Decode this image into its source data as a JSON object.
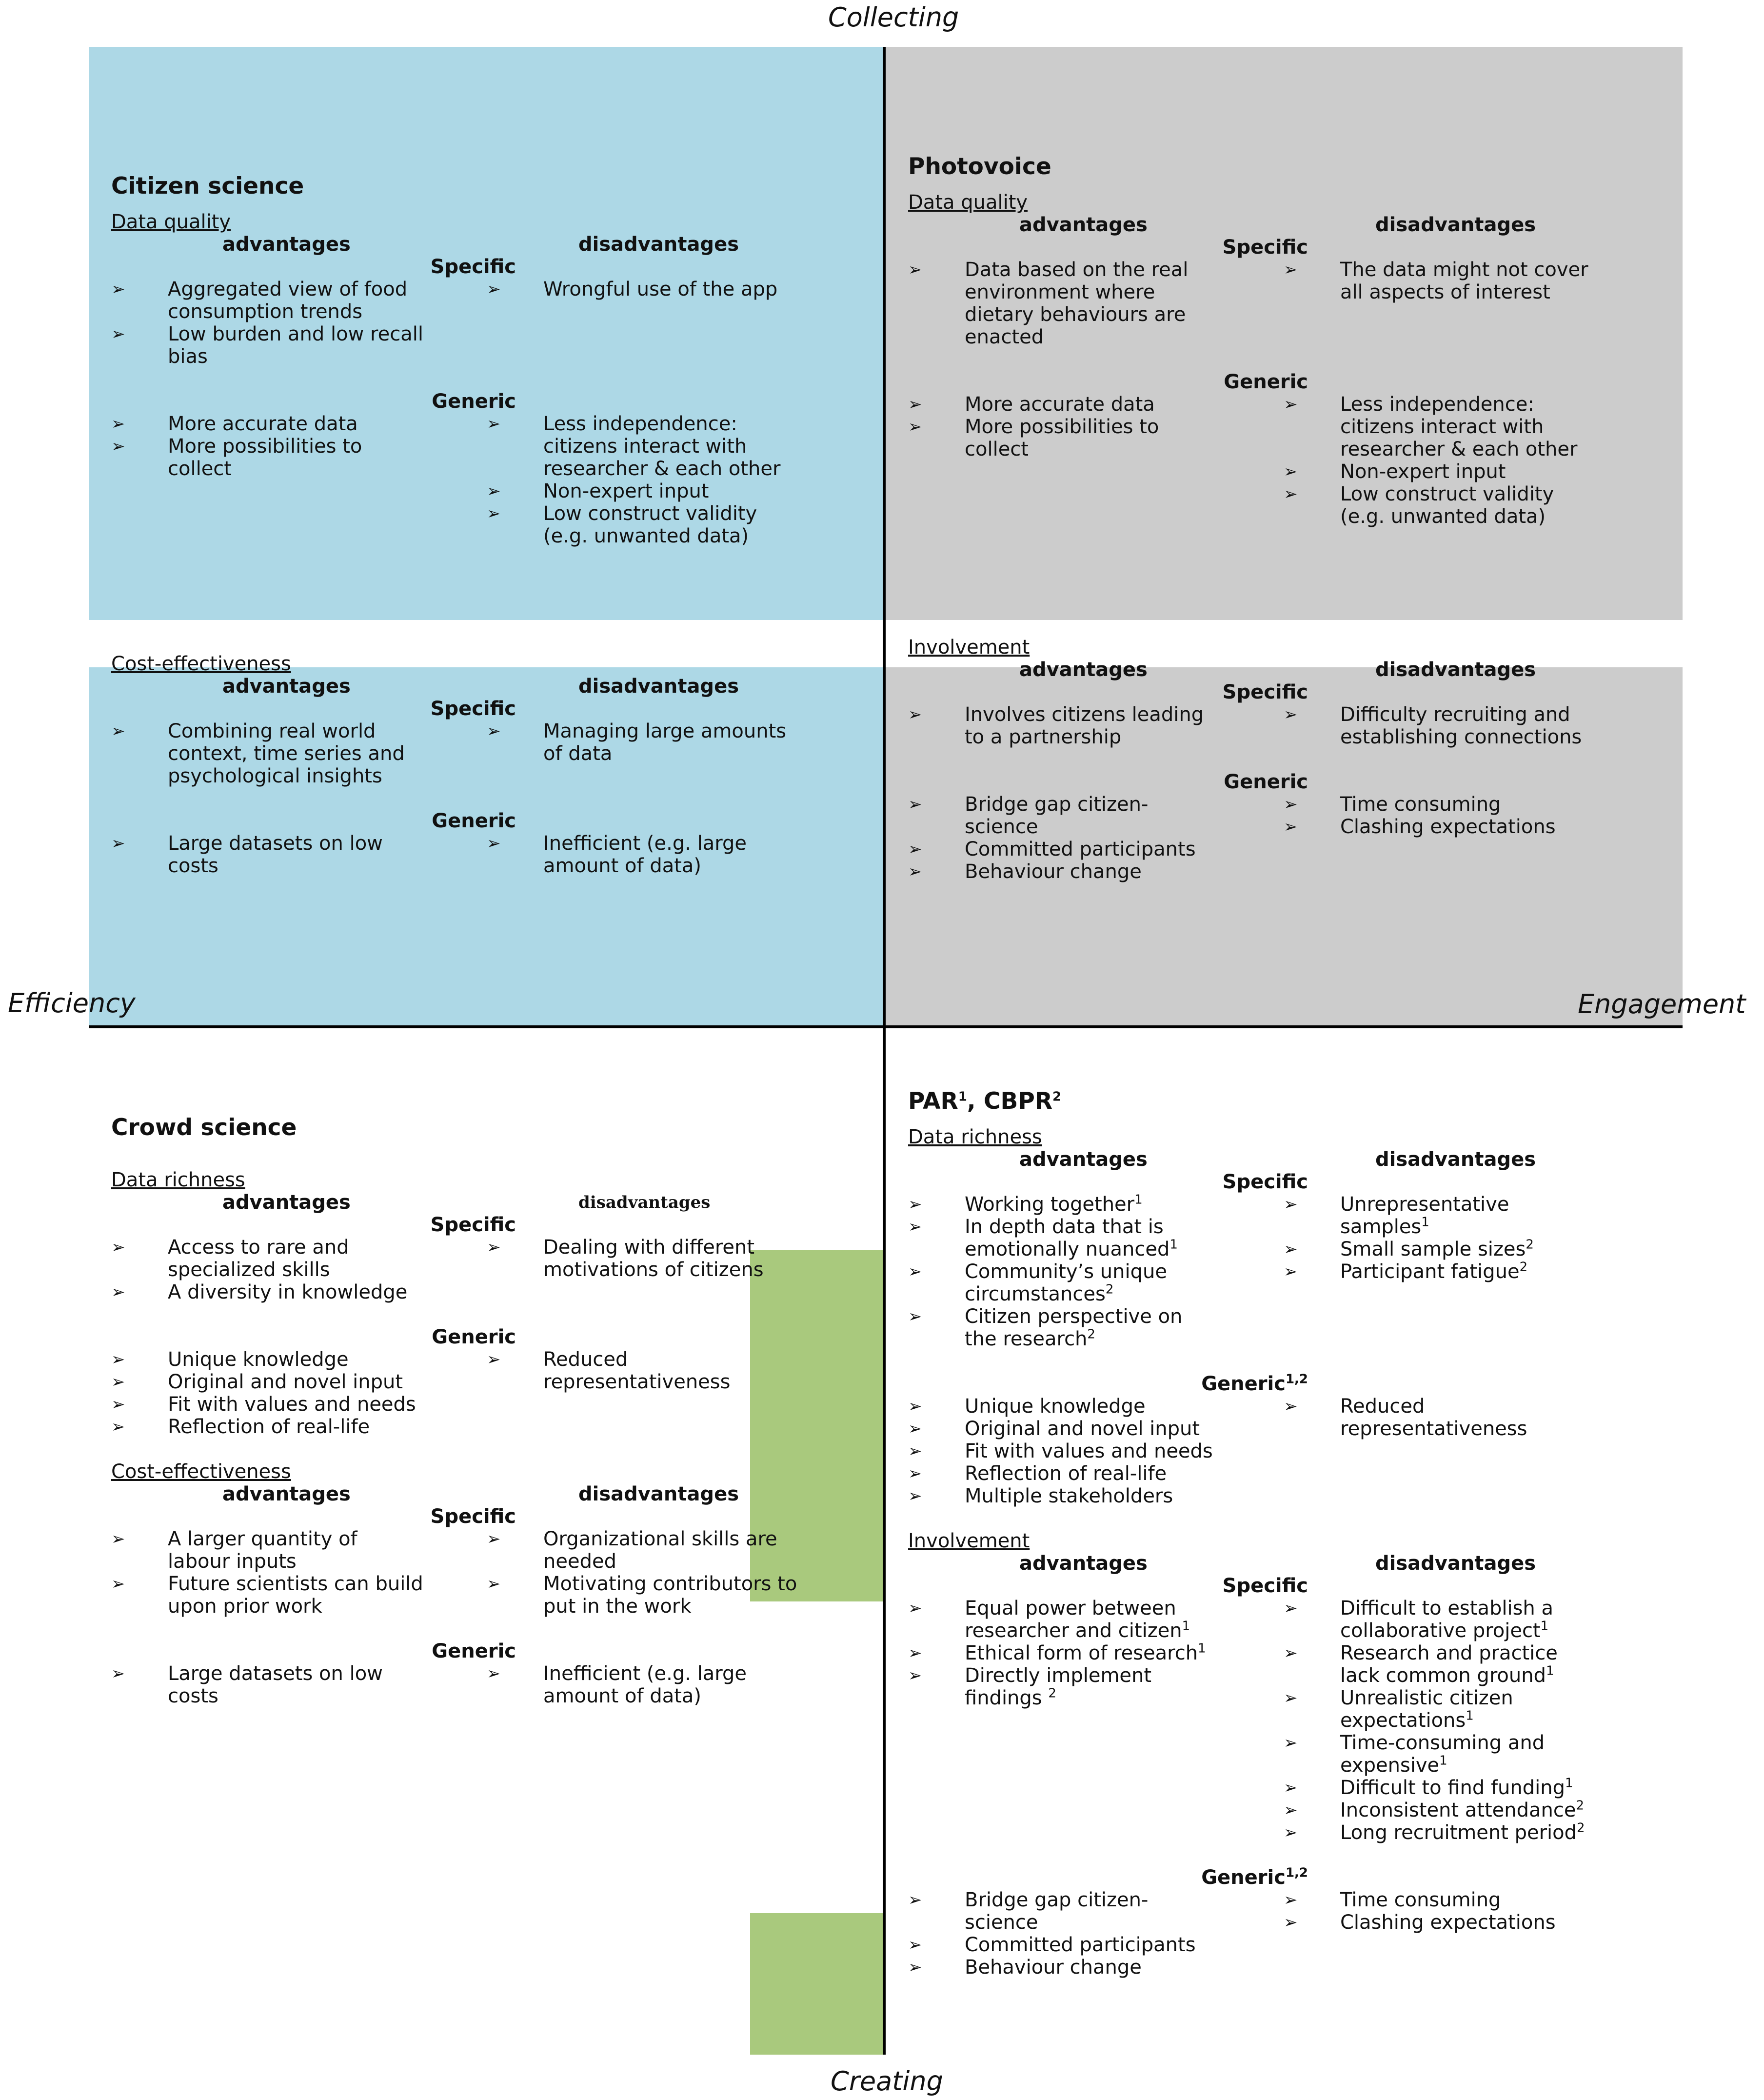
{
  "axes": {
    "top": "Collecting",
    "bottom": "Creating",
    "left": "Efficiency",
    "right": "Engagement"
  },
  "colors": {
    "blue": "#add8e6",
    "gray": "#cccccc",
    "green": "#a9c97d"
  },
  "bullet": "➢",
  "labels": {
    "advantages": "advantages",
    "disadvantages": "disadvantages",
    "specific": "Specific",
    "generic": "Generic"
  },
  "q1": {
    "title": "Citizen science",
    "data_quality": {
      "heading": "Data quality",
      "specific_adv": [
        "Aggregated view of food consumption trends",
        "Low burden and low recall bias"
      ],
      "specific_dis": [
        "Wrongful use of the app"
      ],
      "generic_adv": [
        "More accurate data",
        "More possibilities to collect"
      ],
      "generic_dis": [
        "Less independence: citizens interact with researcher & each other",
        "Non-expert input",
        "Low construct validity (e.g. unwanted data)"
      ]
    },
    "cost": {
      "heading": "Cost-effectiveness",
      "specific_adv": [
        "Combining real world context, time series and psychological insights"
      ],
      "specific_dis": [
        "Managing large amounts of data"
      ],
      "generic_adv": [
        "Large datasets on low costs"
      ],
      "generic_dis": [
        "Inefficient (e.g. large amount of data)"
      ]
    }
  },
  "q2": {
    "title": "Photovoice",
    "data_quality": {
      "heading": "Data quality",
      "specific_adv": [
        "Data based on the real environment where dietary behaviours are enacted"
      ],
      "specific_dis": [
        "The data might not cover all aspects of interest"
      ],
      "generic_adv": [
        "More accurate data",
        "More possibilities to collect"
      ],
      "generic_dis": [
        "Less independence: citizens interact with researcher & each other",
        "Non-expert input",
        "Low construct validity (e.g. unwanted data)"
      ]
    },
    "involvement": {
      "heading": "Involvement",
      "specific_adv": [
        "Involves citizens leading to a partnership"
      ],
      "specific_dis": [
        "Difficulty recruiting and establishing connections"
      ],
      "generic_adv": [
        "Bridge gap citizen-science",
        "Committed participants",
        "Behaviour change"
      ],
      "generic_dis": [
        "Time consuming",
        "Clashing expectations"
      ]
    }
  },
  "q3": {
    "title": "Crowd science",
    "data_richness": {
      "heading": "Data richness",
      "specific_adv": [
        "Access to rare and specialized skills",
        "A diversity in knowledge"
      ],
      "specific_dis": [
        "Dealing with different motivations of citizens"
      ],
      "generic_adv": [
        "Unique knowledge",
        "Original and novel input",
        "Fit with values and needs",
        "Reflection of real-life"
      ],
      "generic_dis": [
        "Reduced representativeness"
      ]
    },
    "cost": {
      "heading": "Cost-effectiveness",
      "specific_adv": [
        "A larger quantity of labour inputs",
        "Future scientists can build upon prior work"
      ],
      "specific_dis": [
        "Organizational skills are needed",
        "Motivating contributors to put in the work"
      ],
      "generic_adv": [
        "Large datasets on low costs"
      ],
      "generic_dis": [
        "Inefficient (e.g. large amount of data)"
      ]
    }
  },
  "q4": {
    "title_main": "PAR",
    "title_sup1": "1",
    "title_sep": ", CBPR",
    "title_sup2": "2",
    "generic_sup": "1,2",
    "data_richness": {
      "heading": "Data richness",
      "specific_adv": [
        {
          "t": "Working together",
          "s": "1"
        },
        {
          "t": "In depth data that is emotionally nuanced",
          "s": "1"
        },
        {
          "t": "Community’s unique circumstances",
          "s": "2"
        },
        {
          "t": "Citizen perspective on the research",
          "s": "2"
        }
      ],
      "specific_dis": [
        {
          "t": "Unrepresentative samples",
          "s": "1"
        },
        {
          "t": "Small sample sizes",
          "s": "2"
        },
        {
          "t": "Participant fatigue",
          "s": "2"
        }
      ],
      "generic_adv": [
        "Unique knowledge",
        "Original and novel input",
        "Fit with values and needs",
        "Reflection of real-life",
        "Multiple stakeholders"
      ],
      "generic_dis": [
        "Reduced representativeness"
      ]
    },
    "involvement": {
      "heading": "Involvement",
      "specific_adv": [
        {
          "t": "Equal power between researcher and citizen",
          "s": "1"
        },
        {
          "t": "Ethical form of research",
          "s": "1"
        },
        {
          "t": "Directly implement findings ",
          "s": "2"
        }
      ],
      "specific_dis": [
        {
          "t": "Difficult to establish a collaborative project",
          "s": "1"
        },
        {
          "t": "Research and practice lack common ground",
          "s": "1"
        },
        {
          "t": "Unrealistic citizen expectations",
          "s": "1"
        },
        {
          "t": "Time-consuming and expensive",
          "s": "1"
        },
        {
          "t": "Difficult to find funding",
          "s": "1"
        },
        {
          "t": "Inconsistent attendance",
          "s": "2"
        },
        {
          "t": "Long recruitment period",
          "s": "2"
        }
      ],
      "generic_adv": [
        "Bridge gap citizen-science",
        "Committed participants",
        "Behaviour change"
      ],
      "generic_dis": [
        "Time consuming",
        "Clashing expectations"
      ]
    }
  }
}
